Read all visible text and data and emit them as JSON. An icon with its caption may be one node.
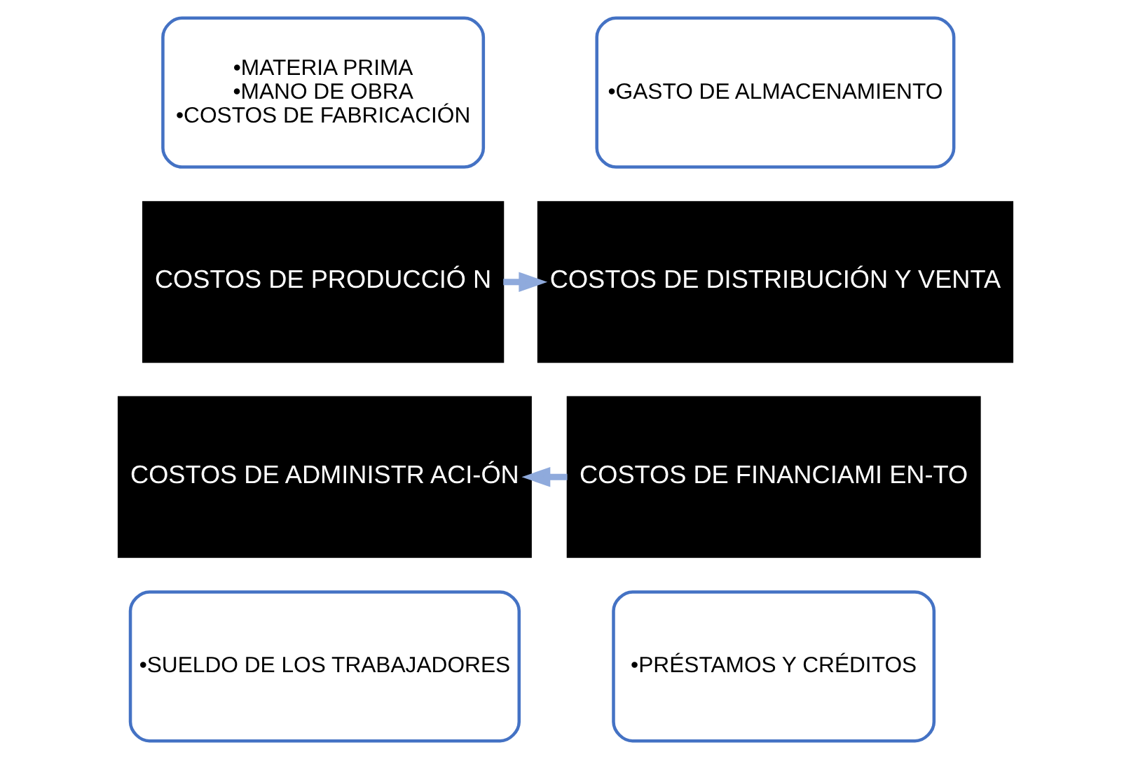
{
  "diagram": {
    "nodes": [
      {
        "text": [
          "•MATERIA PRIMA",
          "•MANO DE OBRA",
          "•COSTOS DE FABRICACIÓN"
        ]
      },
      {
        "text": [
          "•GASTO DE ALMACENAMIENTO"
        ]
      },
      {
        "text": [
          "COSTOS DE PRODUCCIÓ N"
        ]
      },
      {
        "text": [
          "COSTOS DE DISTRIBUCIÓN Y VENTA"
        ]
      },
      {
        "text": [
          "COSTOS DE ADMINISTR ACI-ÓN"
        ]
      },
      {
        "text": [
          "COSTOS DE FINANCIAMI EN-TO"
        ]
      },
      {
        "text": [
          "•SUELDO DE LOS TRABAJADORES"
        ]
      },
      {
        "text": [
          "•PRÉSTAMOS Y CRÉDITOS"
        ]
      }
    ],
    "edges": [
      {
        "from": 2,
        "to": 3,
        "arrow": "to"
      },
      {
        "from": 5,
        "to": 4,
        "arrow": "to"
      }
    ]
  }
}
